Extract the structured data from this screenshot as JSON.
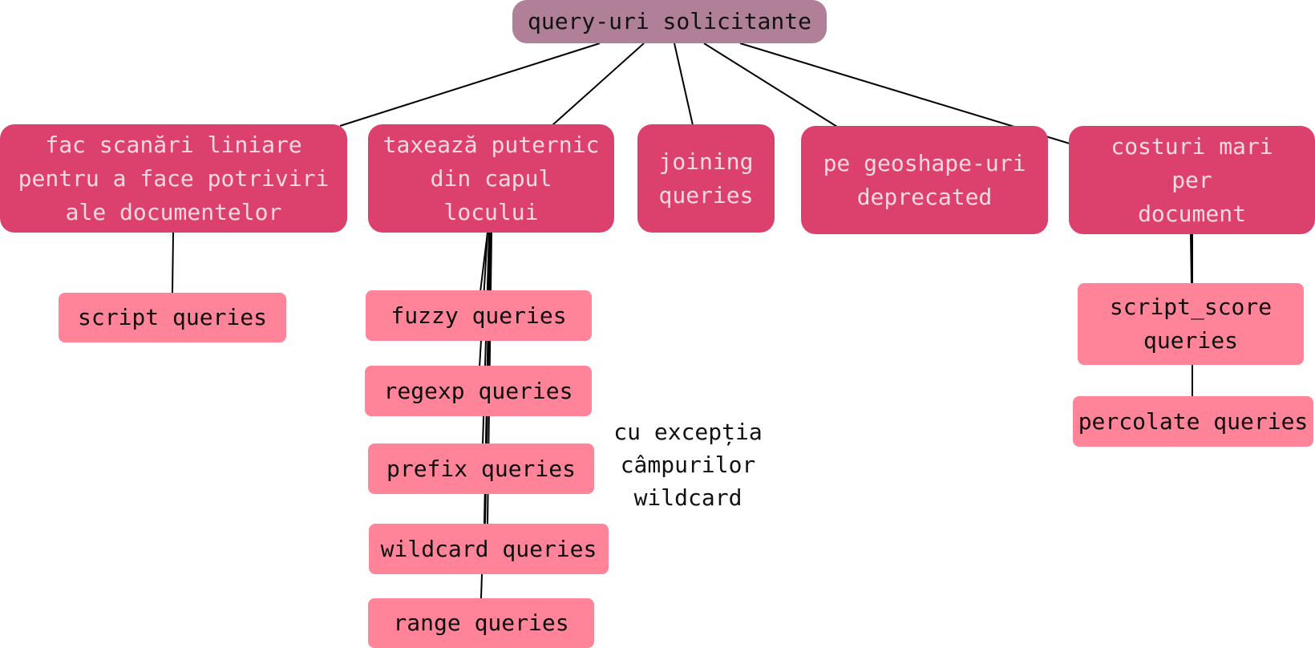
{
  "diagram": {
    "root": {
      "label": "query-uri solicitante"
    },
    "categories": [
      {
        "label": "fac scanări liniare\npentru a face potriviri\nale documentelor"
      },
      {
        "label": "taxează puternic\ndin capul\nlocului"
      },
      {
        "label": "joining\nqueries"
      },
      {
        "label": "pe geoshape-uri\ndeprecated"
      },
      {
        "label": "costuri mari\nper\ndocument"
      }
    ],
    "leaves": {
      "script": "script queries",
      "fuzzy": "fuzzy queries",
      "regexp": "regexp queries",
      "prefix": "prefix queries",
      "wildcard": "wildcard queries",
      "range": "range queries",
      "script_score": "script_score\nqueries",
      "percolate": "percolate queries"
    },
    "annotation": "cu excepția\ncâmpurilor\nwildcard",
    "colors": {
      "root": "#b08099",
      "category": "#db416c",
      "category_text": "#fbd9e2",
      "leaf": "#ff8499",
      "connector": "#000000"
    }
  }
}
